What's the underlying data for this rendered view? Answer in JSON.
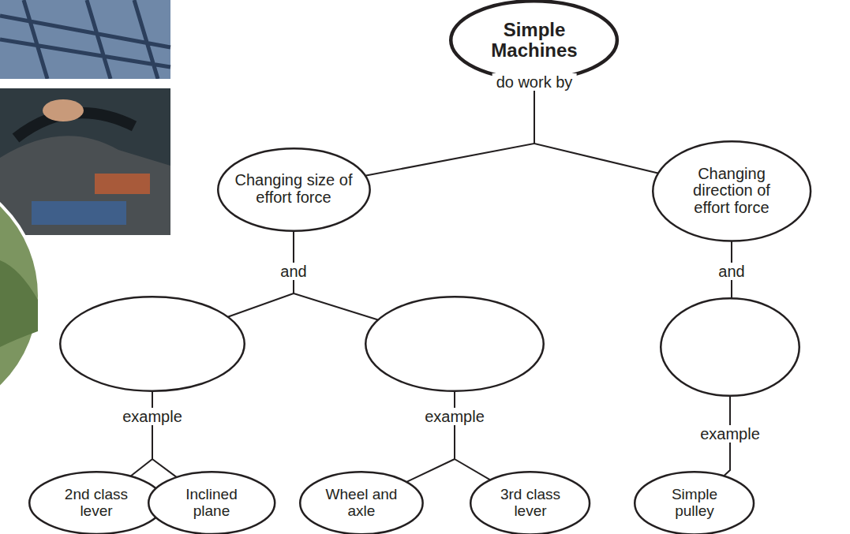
{
  "diagram": {
    "nodes": [
      {
        "text": [
          "Simple Machines"
        ]
      },
      {
        "text": [
          "Changing size of effort force"
        ]
      },
      {
        "text": [
          "Changing direction of effort force"
        ]
      },
      {
        "text": []
      },
      {
        "text": []
      },
      {
        "text": []
      },
      {
        "text": [
          "2nd class lever"
        ]
      },
      {
        "text": [
          "Inclined plane"
        ]
      },
      {
        "text": [
          "Wheel and axle"
        ]
      },
      {
        "text": [
          "3rd class lever"
        ]
      },
      {
        "text": [
          "Simple pulley"
        ]
      }
    ],
    "edges": [
      {
        "from": 0,
        "to": 1,
        "arrow": "none",
        "label": "do work by"
      },
      {
        "from": 0,
        "to": 2,
        "arrow": "none"
      },
      {
        "from": 1,
        "to": 3,
        "arrow": "none",
        "label": "and"
      },
      {
        "from": 1,
        "to": 4,
        "arrow": "none"
      },
      {
        "from": 2,
        "to": 5,
        "arrow": "none",
        "label": "and"
      },
      {
        "from": 3,
        "to": 6,
        "arrow": "none",
        "label": "example"
      },
      {
        "from": 3,
        "to": 7,
        "arrow": "none"
      },
      {
        "from": 4,
        "to": 8,
        "arrow": "none",
        "label": "example"
      },
      {
        "from": 4,
        "to": 9,
        "arrow": "none"
      },
      {
        "from": 5,
        "to": 10,
        "arrow": "none",
        "label": "example"
      }
    ]
  }
}
